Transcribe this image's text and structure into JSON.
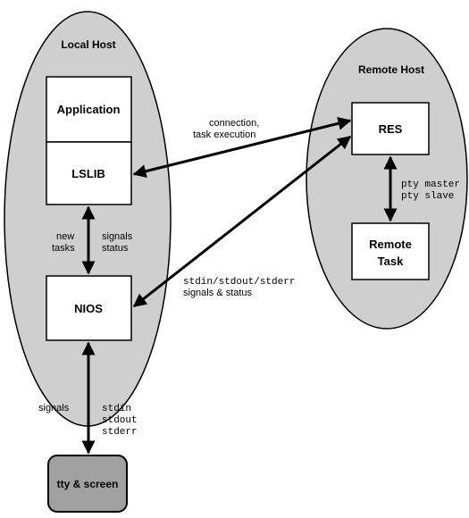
{
  "local_host": {
    "title": "Local Host"
  },
  "remote_host": {
    "title": "Remote Host"
  },
  "boxes": {
    "application": "Application",
    "lslib": "LSLIB",
    "nios": "NIOS",
    "res": "RES",
    "remote_task": [
      "Remote",
      "Task"
    ],
    "tty": "tty & screen"
  },
  "labels": {
    "connection": [
      "connection,",
      "task execution"
    ],
    "new_tasks": [
      "new",
      "tasks"
    ],
    "signals_status": [
      "signals",
      "status"
    ],
    "stdio_signals": [
      "stdin/stdout/stderr",
      "signals & status"
    ],
    "pty": [
      "pty master",
      "pty slave"
    ],
    "signals": "signals",
    "std_streams": [
      "stdin",
      "stdout",
      "stderr"
    ]
  },
  "colors": {
    "ellipse_fill": "#cfcfcf",
    "tty_fill": "#a0a0a0",
    "stroke": "#000000",
    "box_fill": "#ffffff"
  }
}
